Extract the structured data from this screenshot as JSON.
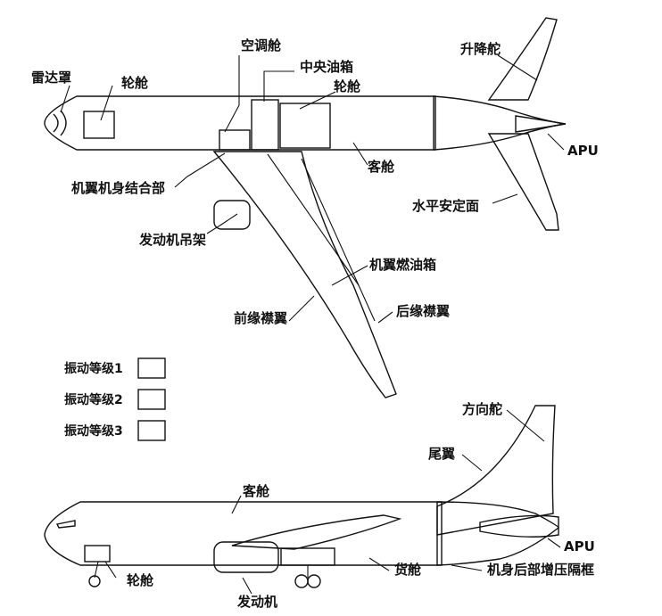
{
  "labels": {
    "radome": "雷达罩",
    "wheel_well_nose": "轮舱",
    "air_conditioning_bay": "空调舱",
    "center_fuel_tank": "中央油箱",
    "wheel_well_main": "轮舱",
    "elevator": "升降舵",
    "apu_top": "APU",
    "cabin_top": "客舱",
    "wing_body_junction": "机翼机身结合部",
    "horizontal_stabilizer": "水平安定面",
    "engine_pylon": "发动机吊架",
    "wing_fuel_tank": "机翼燃油箱",
    "leading_edge_flap": "前缘襟翼",
    "trailing_edge_flap": "后缘襟翼",
    "rudder": "方向舵",
    "vertical_tail": "尾翼",
    "cabin_side": "客舱",
    "apu_side": "APU",
    "wheel_well_side": "轮舱",
    "cargo_hold": "货舱",
    "aft_pressure_bulkhead": "机身后部增压隔框",
    "engine": "发动机"
  },
  "legend": [
    {
      "label": "振动等级1",
      "pattern": "vertical-lines"
    },
    {
      "label": "振动等级2",
      "pattern": "crosshatch"
    },
    {
      "label": "振动等级3",
      "pattern": "fine-dots"
    }
  ],
  "colors": {
    "ink": "#111111",
    "background": "#ffffff"
  }
}
